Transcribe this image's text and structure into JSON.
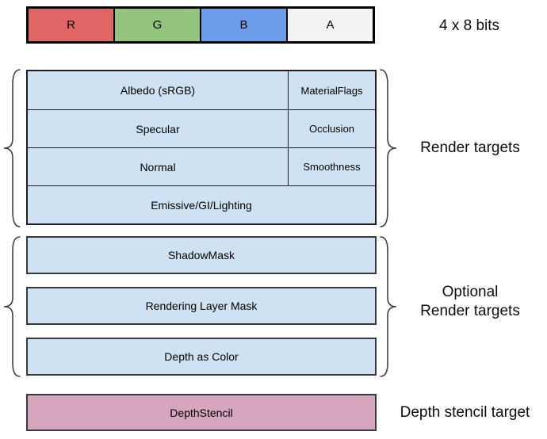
{
  "format_bar": {
    "caption": "4 x 8 bits",
    "channels": [
      {
        "label": "R",
        "color": "#e06666"
      },
      {
        "label": "G",
        "color": "#93c47d"
      },
      {
        "label": "B",
        "color": "#6d9eeb"
      },
      {
        "label": "A",
        "color": "#f3f3f3"
      }
    ]
  },
  "render_targets": {
    "label": "Render targets",
    "fill_color": "#cfe2f3",
    "rows": [
      {
        "main": "Albedo (sRGB)",
        "sub": "MaterialFlags"
      },
      {
        "main": "Specular",
        "sub": "Occlusion"
      },
      {
        "main": "Normal",
        "sub": "Smoothness"
      },
      {
        "main": "Emissive/GI/Lighting"
      }
    ]
  },
  "optional_render_targets": {
    "label_line1": "Optional",
    "label_line2": "Render targets",
    "fill_color": "#cfe2f3",
    "items": [
      "ShadowMask",
      "Rendering Layer Mask",
      "Depth as Color"
    ]
  },
  "depth_stencil": {
    "box_label": "DepthStencil",
    "side_label": "Depth stencil target",
    "fill_color": "#d5a6bd"
  }
}
